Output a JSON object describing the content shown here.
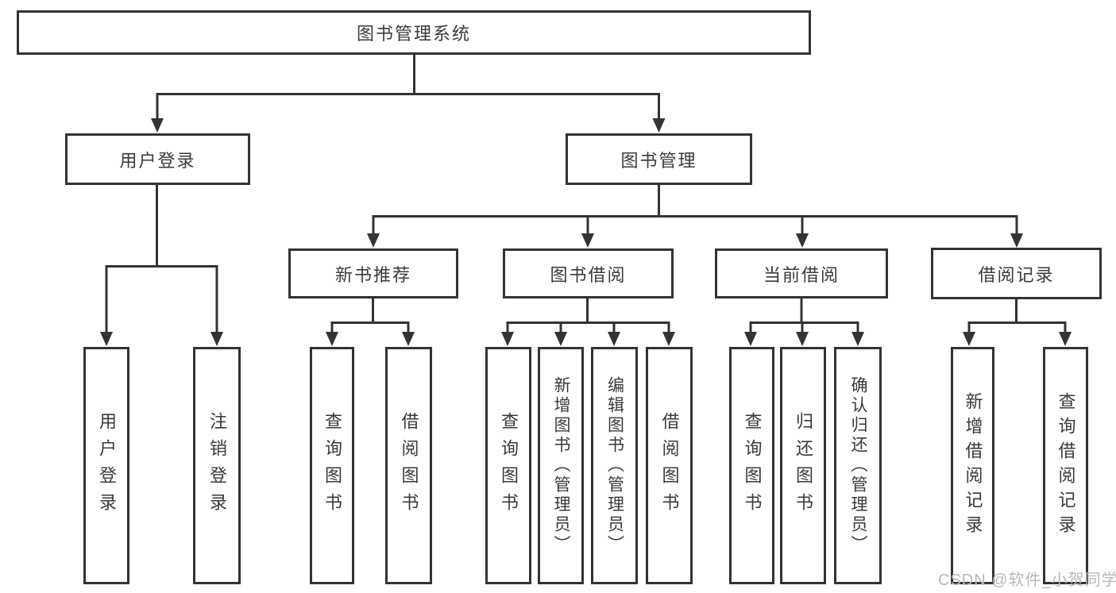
{
  "diagram": {
    "tree": {
      "label": "图书管理系统",
      "children": [
        {
          "label": "用户登录",
          "children": [
            {
              "label": "用户登录"
            },
            {
              "label": "注销登录"
            }
          ]
        },
        {
          "label": "图书管理",
          "children": [
            {
              "label": "新书推荐",
              "children": [
                {
                  "label": "查询图书"
                },
                {
                  "label": "借阅图书"
                }
              ]
            },
            {
              "label": "图书借阅",
              "children": [
                {
                  "label": "查询图书"
                },
                {
                  "label": "新增图书（管理员）"
                },
                {
                  "label": "编辑图书（管理员）"
                },
                {
                  "label": "借阅图书"
                }
              ]
            },
            {
              "label": "当前借阅",
              "children": [
                {
                  "label": "查询图书"
                },
                {
                  "label": "归还图书"
                },
                {
                  "label": "确认归还（管理员）"
                }
              ]
            },
            {
              "label": "借阅记录",
              "children": [
                {
                  "label": "新增借阅记录"
                },
                {
                  "label": "查询借阅记录"
                }
              ]
            }
          ]
        }
      ]
    },
    "colors": {
      "line": "#333333",
      "text": "#3a3a3a",
      "box_background": "#ffffff",
      "watermark": "#b9b9b9"
    }
  },
  "watermark": {
    "text": "CSDN @软件_小贺同学"
  }
}
